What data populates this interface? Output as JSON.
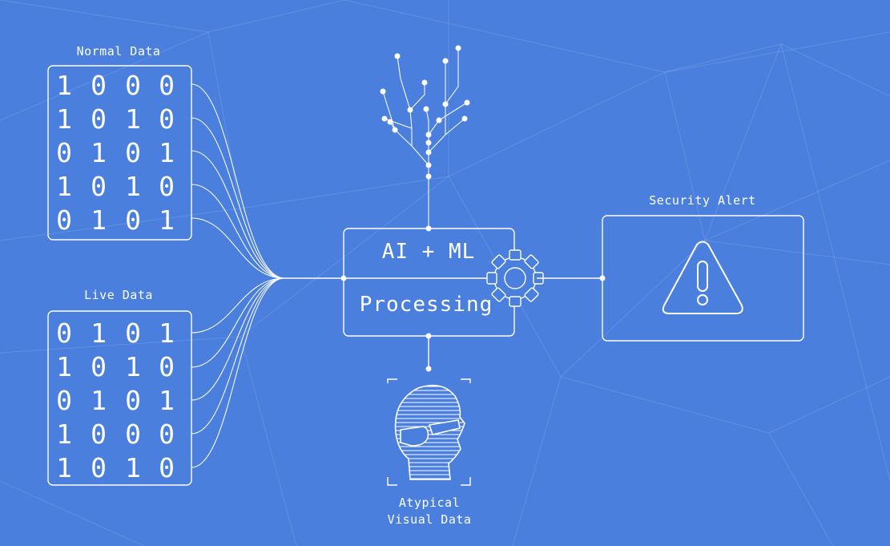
{
  "colors": {
    "background": "#4a7fdd",
    "line": "#ffffff"
  },
  "normal_data": {
    "title": "Normal Data",
    "rows": [
      [
        "1",
        "0",
        "0",
        "0"
      ],
      [
        "1",
        "0",
        "1",
        "0"
      ],
      [
        "0",
        "1",
        "0",
        "1"
      ],
      [
        "1",
        "0",
        "1",
        "0"
      ],
      [
        "0",
        "1",
        "0",
        "1"
      ]
    ]
  },
  "live_data": {
    "title": "Live Data",
    "rows": [
      [
        "0",
        "1",
        "0",
        "1"
      ],
      [
        "1",
        "0",
        "1",
        "0"
      ],
      [
        "0",
        "1",
        "0",
        "1"
      ],
      [
        "1",
        "0",
        "0",
        "0"
      ],
      [
        "1",
        "0",
        "1",
        "0"
      ]
    ]
  },
  "processing": {
    "line1": "AI + ML",
    "line2": "Processing"
  },
  "security_alert": {
    "title": "Security Alert",
    "icon": "warning-triangle-icon"
  },
  "visual_data": {
    "label_line1": "Atypical",
    "label_line2": "Visual Data",
    "icon": "masked-face-icon"
  },
  "icons": [
    "circuit-tree-icon",
    "gear-icon",
    "warning-triangle-icon",
    "masked-face-icon"
  ]
}
